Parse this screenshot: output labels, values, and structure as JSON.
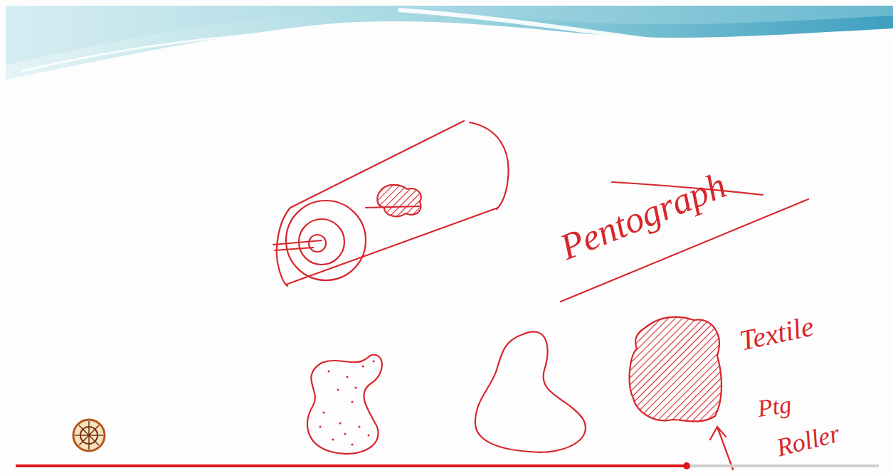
{
  "diagram": {
    "labels": [
      "Pentograph",
      "Textile",
      "Ptg",
      "Roller"
    ]
  }
}
